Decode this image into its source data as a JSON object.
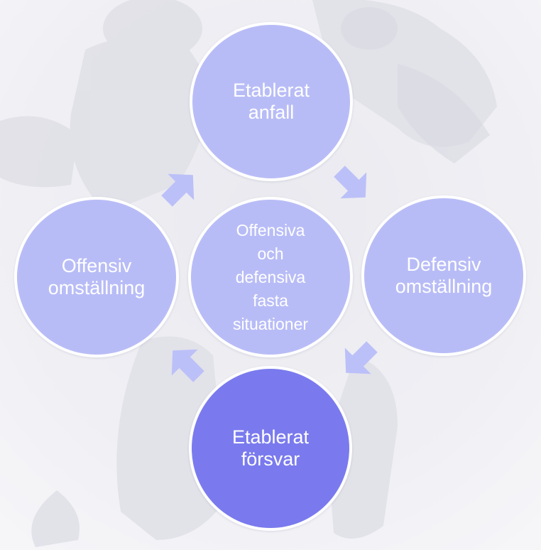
{
  "diagram": {
    "nodes": {
      "top": {
        "label": "Etablerat\nanfall"
      },
      "right": {
        "label": "Defensiv\nomställning"
      },
      "bottom": {
        "label": "Etablerat\nförsvar"
      },
      "left": {
        "label": "Offensiv\nomställning"
      },
      "center": {
        "label": "Offensiva\noch\ndefensiva\nfasta\nsituationer"
      }
    },
    "colors": {
      "node_fill": "#b8bcf6",
      "node_fill_highlight": "#7a7aee",
      "node_text": "#ffffff",
      "node_border": "#ffffff",
      "arrow_fill": "#bcc0f8"
    },
    "highlighted_node": "bottom",
    "cycle_order": [
      "top",
      "right",
      "bottom",
      "left"
    ],
    "background": "faded photo of a soccer player"
  }
}
